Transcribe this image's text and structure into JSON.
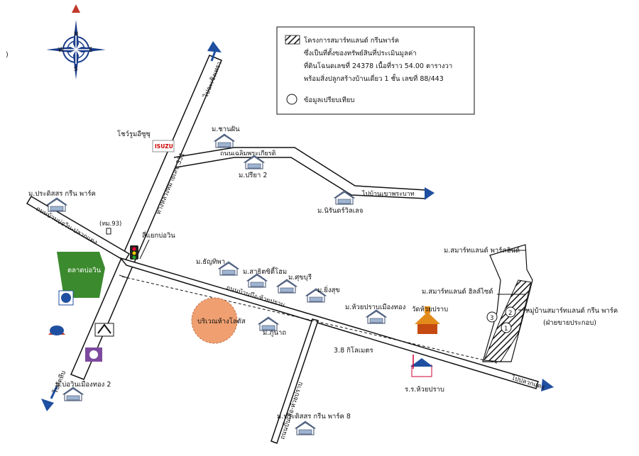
{
  "legend": {
    "project_line1": "โครงการสมาร์ทแลนด์ กรีนพาร์ค",
    "project_line2": "ซึ่งเป็นที่ตั้งของทรัพย์สินที่ประเมินมูลค่า",
    "project_line3": "ที่ดินโฉนดเลขที่ 24378 เนื้อที่ราว 54.00 ตารางวา",
    "project_line4": "พร้อมสิ่งปลูกสร้างบ้านเดี่ยว 1 ชั้น เลขที่ 88/443",
    "comparison": "ข้อมูลเปรียบเทียบ"
  },
  "compass": {
    "n": "N",
    "s": "S",
    "e": "E",
    "w": "W"
  },
  "roads": {
    "hwy331": "ทางหลวงหมายเลข 331",
    "to_chonburi": "ไปฉะเชิงเทรา",
    "to_sattahip": "ไปสัตหีบ",
    "jalermprakiat": "ถนนเฉลิมพระเกียรติ",
    "to_ban_khlong": "ไปบ้านเขาพระบาท",
    "bowin_pluakdaeng": "ถนนบ้านบ่อวิน-ปลวกแดง",
    "banbueng_huaipraab": "ถนนบ้านบึง-ห้วยปราบ",
    "pluakdaeng_dir": "ไปปลวกแดง",
    "pelooptaek": "ถนนปั่นเสือ-ห้วยปราบ"
  },
  "labels": {
    "isuzu_showroom": "โชว์รูมอีซูซุ",
    "isuzu_logo": "ISUZU",
    "chanfan": "ม.ชานฝัน",
    "preeya2": "ม.ปรียา 2",
    "niran": "ม.นิรันดร์วิลเลจ",
    "prasatsorn": "ม.ประดิสสร กรีน พาร์ค",
    "pm93": "(ทม.93)",
    "intersection": "สี่แยกบ่อวิน",
    "market": "ตลาดบ่อวิน",
    "thanyathip": "ม.ธัญทิพา",
    "sasithorn": "ม.สาธิตซิตี้โฮม",
    "supburi": "ม.ศุขบุรี",
    "yingsuk": "ม.ยิ่งสุข",
    "huaipraab_thong": "ม.ห้วยปราบเมืองทอง",
    "lotus_area": "บริเวณห้างโลตัส",
    "punnapak": "ม.ภูนาถ",
    "wat": "วัดห้วยปราบ",
    "distance": "3.8 กิโลเมตร",
    "school": "ร.ร.ห้วยปราบ",
    "smartland_park": "ม.สมาร์ทแลนด์ พาร์คอินด์",
    "smartland_hill": "ม.สมาร์ทแลนด์ ฮิลล์ไซด์",
    "village_green": "หมู่บ้านสมาร์ทแลนด์ กรีน พาร์ค",
    "sales_office": "(ฝ่ายขายประกอบ)",
    "bowin_thong2": "ม.บ่อวินเมืองทอง 2",
    "prasatsorn8": "ม.ประดิสสร กรีน พาร์ค 8",
    "marker1": "1",
    "marker2": "2",
    "marker3": "3"
  }
}
